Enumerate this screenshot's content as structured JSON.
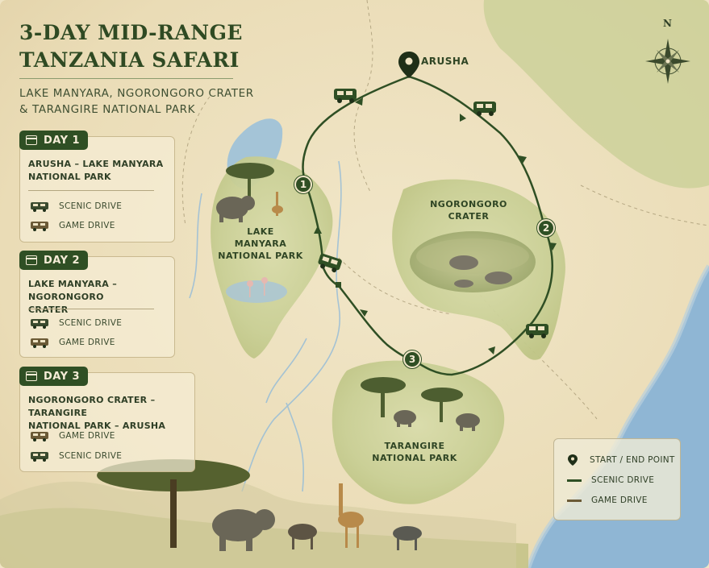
{
  "title": {
    "line1": "3-DAY MID-RANGE",
    "line2": "TANZANIA SAFARI"
  },
  "subtitle": {
    "line1": "LAKE MANYARA, NGORONGORO CRATER",
    "line2": "& TARANGIRE NATIONAL PARK"
  },
  "colors": {
    "scenic_route": "#2f4f24",
    "game_route": "#6b5a36",
    "badge": "#2f4f24",
    "water": "#8fb6d4",
    "land": "#efe4c4"
  },
  "days": [
    {
      "badge": "DAY 1",
      "route_line1": "ARUSHA – LAKE MANYARA",
      "route_line2": "NATIONAL PARK",
      "drives": [
        {
          "icon": "safari-jeep-icon",
          "label": "SCENIC DRIVE"
        },
        {
          "icon": "safari-jeep-icon",
          "label": "GAME DRIVE"
        }
      ]
    },
    {
      "badge": "DAY 2",
      "route_line1": "LAKE MANYARA – NGORONGORO",
      "route_line2": "CRATER",
      "drives": [
        {
          "icon": "safari-jeep-icon",
          "label": "SCENIC DRIVE"
        },
        {
          "icon": "safari-jeep-icon",
          "label": "GAME DRIVE"
        }
      ]
    },
    {
      "badge": "DAY 3",
      "route_line1": "NGORONGORO CRATER – TARANGIRE",
      "route_line2": "NATIONAL PARK – ARUSHA",
      "drives": [
        {
          "icon": "safari-jeep-icon",
          "label": "GAME DRIVE"
        },
        {
          "icon": "safari-jeep-icon",
          "label": "SCENIC DRIVE"
        }
      ]
    }
  ],
  "map": {
    "start_label": "ARUSHA",
    "compass_north": "N",
    "parks": {
      "manyara": {
        "line1": "LAKE",
        "line2": "MANYARA",
        "line3": "NATIONAL PARK"
      },
      "ngorongoro": {
        "line1": "NGORONGORO",
        "line2": "CRATER"
      },
      "tarangire": {
        "line1": "TARANGIRE",
        "line2": "NATIONAL PARK"
      }
    },
    "stops": [
      "1",
      "2",
      "3"
    ]
  },
  "legend": {
    "items": [
      {
        "icon": "map-pin-icon",
        "label": "START / END POINT"
      },
      {
        "icon": "scenic-line-icon",
        "label": "SCENIC DRIVE"
      },
      {
        "icon": "game-line-icon",
        "label": "GAME DRIVE"
      }
    ]
  }
}
